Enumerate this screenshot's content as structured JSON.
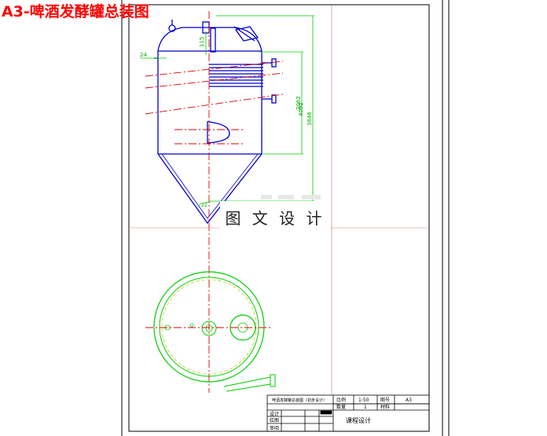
{
  "header": {
    "title": "A3-啤酒发酵罐总装图"
  },
  "watermark": {
    "text": "图 文 设 计"
  },
  "dimensions": {
    "dim_24": "24",
    "dim_115": "115",
    "dim_2062": "2062",
    "dim_4092": "4092",
    "dim_3646": "3646",
    "dim_22": "22"
  },
  "title_block": {
    "drawing_name": "啤酒发酵罐总装图（初步设计）",
    "scale_label": "比例",
    "scale_value": "1:50",
    "sheet_label": "图号",
    "sheet_value": "A3",
    "qty_label": "数量",
    "qty_value": "1",
    "material_label": "材料",
    "design_label": "设计",
    "draw_label": "绘图",
    "review_label": "审阅",
    "project_text": "课程设计"
  },
  "colors": {
    "outline": "#0000cc",
    "dimension": "#00cc00",
    "centerline": "#dd0000",
    "border": "#000000",
    "title": "#ff0000"
  }
}
